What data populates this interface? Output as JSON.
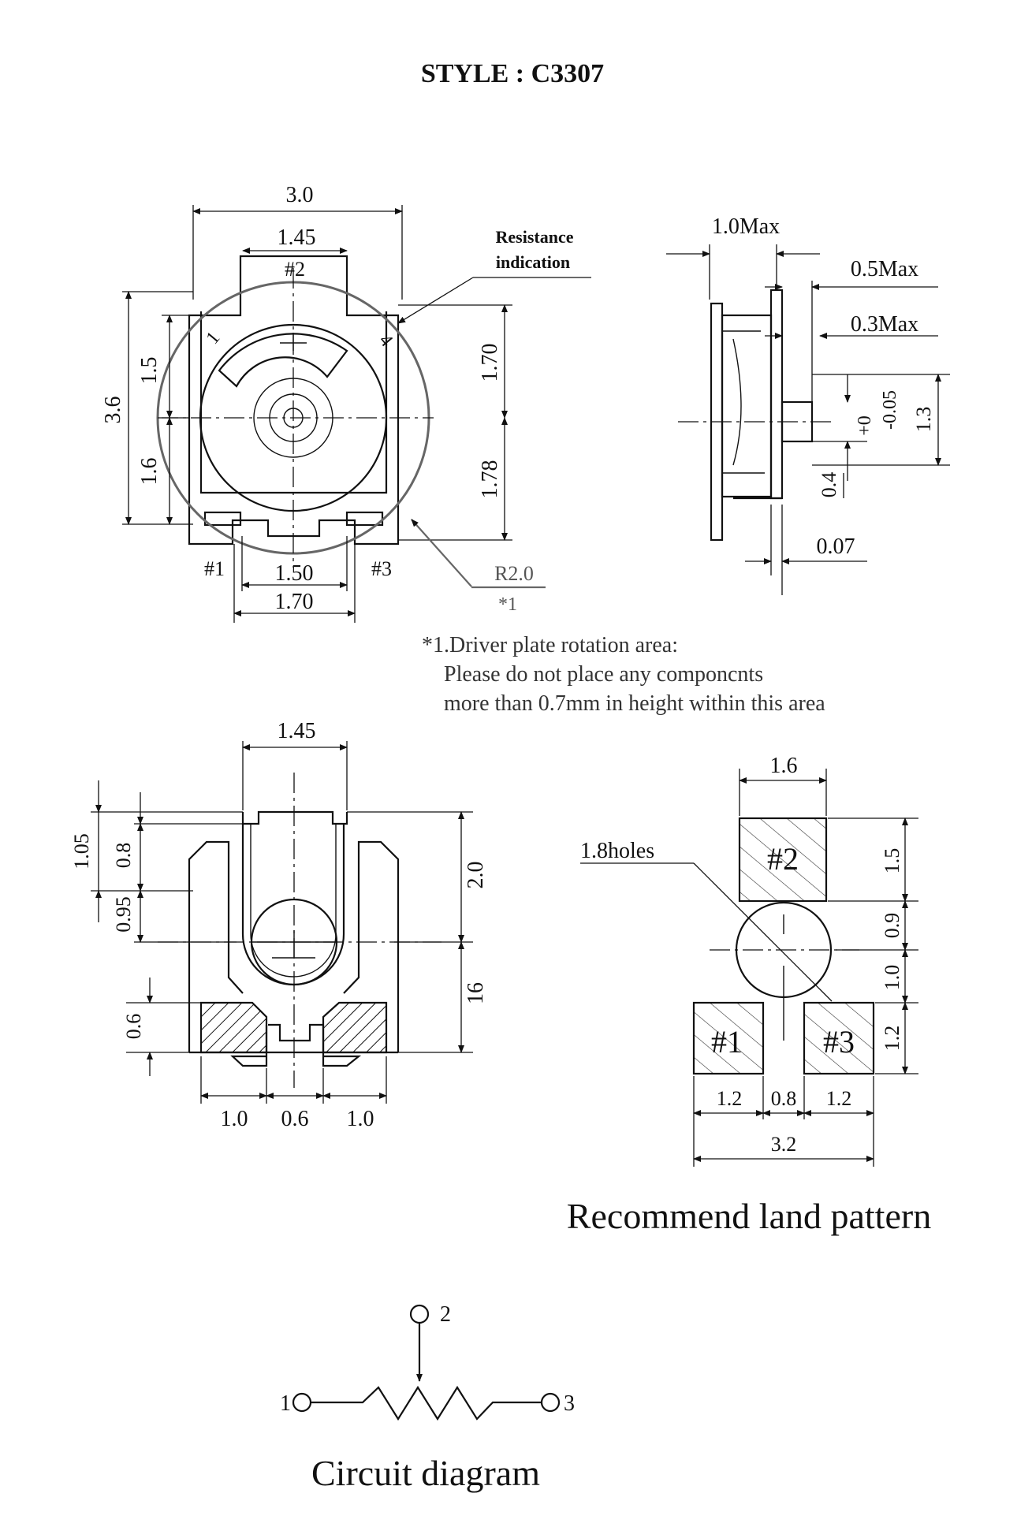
{
  "title": "STYLE : C3307",
  "front_view": {
    "dim_width": "3.0",
    "dim_terminal2": "1.45",
    "label_pin2": "#2",
    "resistance_label_line1": "Resistance",
    "resistance_label_line2": "indication",
    "mark_1": "1",
    "mark_4": "4",
    "dim_height": "3.6",
    "dim_upper": "1.5",
    "dim_lower": "1.6",
    "dim_right_upper": "1.70",
    "dim_right_lower": "1.78",
    "label_pin1": "#1",
    "label_pin3": "#3",
    "dim_inner_gap": "1.50",
    "dim_outer_gap": "1.70",
    "radius_label": "R2.0",
    "note_ref": "*1"
  },
  "side_view": {
    "dim_thickness": "1.0Max",
    "dim_a": "0.5Max",
    "dim_b": "0.3Max",
    "tol_plus": "+0",
    "tol_minus": "-0.05",
    "dim_height": "1.3",
    "dim_low": "0.4",
    "dim_step": "0.07"
  },
  "note": {
    "line1": "*1.Driver plate rotation area:",
    "line2": "Please do not place any componcnts",
    "line3": "more than 0.7mm in height within this area"
  },
  "bottom_view": {
    "dim_top": "1.45",
    "dim_a": "1.05",
    "dim_b": "0.8",
    "dim_c": "0.95",
    "dim_d": "0.6",
    "dim_right_a": "2.0",
    "dim_right_b": "16",
    "dim_w1": "1.0",
    "dim_w2": "0.6",
    "dim_w3": "1.0"
  },
  "land_pattern": {
    "dim_pad_w": "1.6",
    "hole_label": "1.8holes",
    "pad2": "#2",
    "pad1": "#1",
    "pad3": "#3",
    "dim_r1": "1.5",
    "dim_r2": "0.9",
    "dim_r3": "1.0",
    "dim_r4": "1.2",
    "dim_b1": "1.2",
    "dim_b2": "0.8",
    "dim_b3": "1.2",
    "dim_total": "3.2",
    "caption": "Recommend land pattern"
  },
  "circuit": {
    "pin1": "1",
    "pin2": "2",
    "pin3": "3",
    "caption": "Circuit diagram"
  }
}
